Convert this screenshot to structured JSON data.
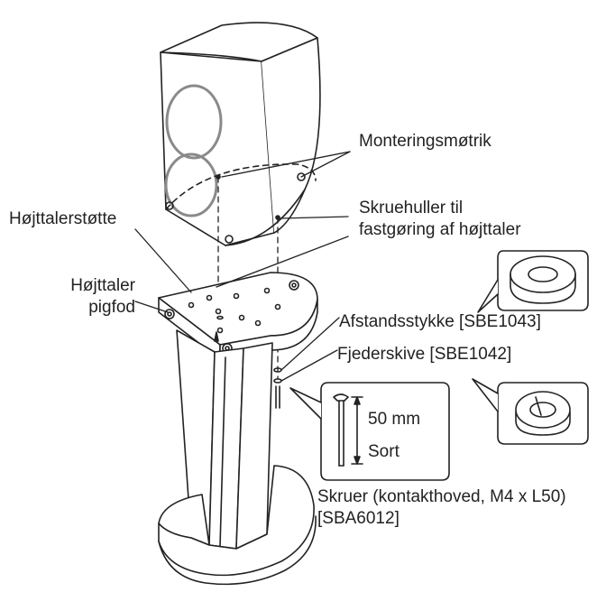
{
  "labels": {
    "monteringsmotrik": "Monteringsmøtrik",
    "skruehuller_1": "Skruehuller til",
    "skruehuller_2": "fastgøring af højttaler",
    "hojttalerstotte": "Højttalerstøtte",
    "pigfod_1": "Højttaler",
    "pigfod_2": "pigfod",
    "afstandsstykke": "Afstandsstykke [SBE1043]",
    "fjederskive": "Fjederskive [SBE1042]",
    "skruer_1": "Skruer (kontakthoved, M4 x L50)",
    "skruer_2": "[SBA6012]"
  },
  "screw_detail": {
    "length": "50 mm",
    "color": "Sort"
  },
  "colors": {
    "line": "#222222",
    "ring": "#8a8a8a",
    "background": "#ffffff"
  }
}
